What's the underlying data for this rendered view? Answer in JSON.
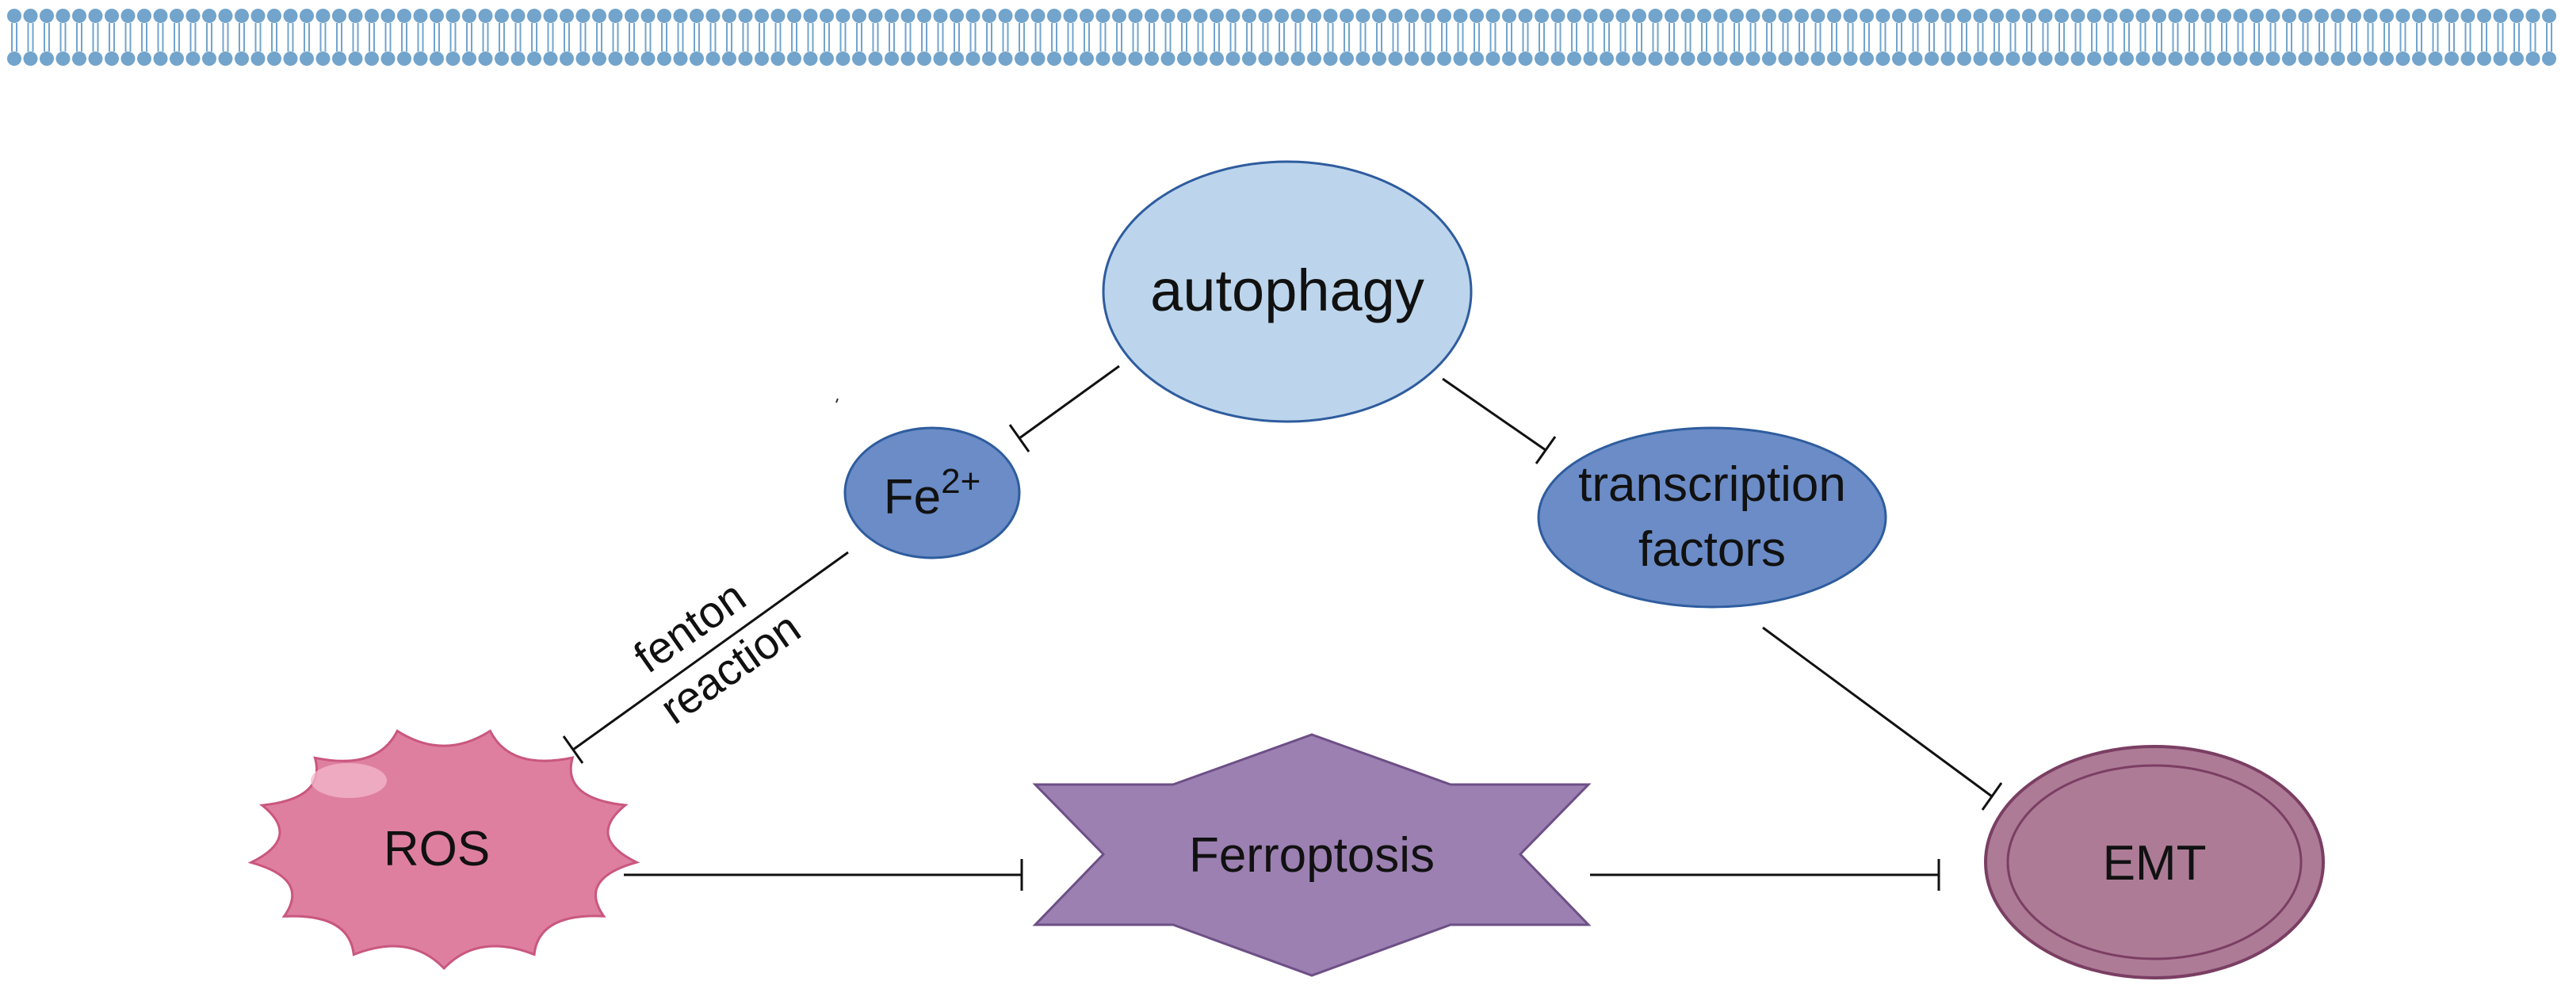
{
  "nodes": {
    "autophagy": {
      "label": "autophagy",
      "color": "#bcd5ec",
      "stroke": "#2e5c9e"
    },
    "fe": {
      "label_base": "Fe",
      "label_sup": "2+",
      "color": "#6b8cc6",
      "stroke": "#2e5c9e"
    },
    "transcription": {
      "line1": "transcription",
      "line2": "factors",
      "color": "#6b8cc6",
      "stroke": "#2e5c9e"
    },
    "ros": {
      "label": "ROS",
      "color": "#df7fa0",
      "stroke": "#c9577f"
    },
    "ferroptosis": {
      "label": "Ferroptosis",
      "color": "#9b80b1",
      "stroke": "#6d4f86"
    },
    "emt": {
      "label": "EMT",
      "color": "#ad7b96",
      "stroke": "#7b3e63"
    }
  },
  "edges": {
    "fenton_line1": "fenton",
    "fenton_line2": "reaction",
    "type": "inhibition"
  },
  "membrane": {
    "head_color": "#72a4cc",
    "tail_color": "#72a4cc"
  }
}
